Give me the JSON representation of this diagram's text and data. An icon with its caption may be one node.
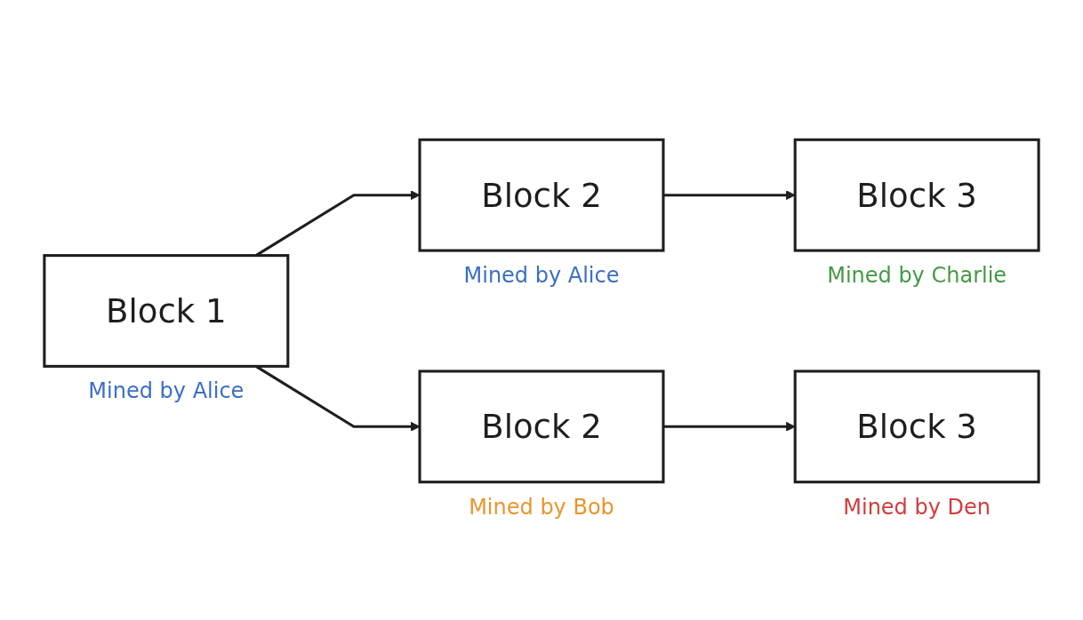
{
  "diagram": {
    "nodes": [
      {
        "text": [
          "Block 1"
        ],
        "beside": [
          "Mined by Alice"
        ]
      },
      {
        "text": [
          "Block 2"
        ],
        "beside": [
          "Mined by Alice"
        ]
      },
      {
        "text": [
          "Block 3"
        ],
        "beside": [
          "Mined by Charlie"
        ]
      },
      {
        "text": [
          "Block 2"
        ],
        "beside": [
          "Mined by Bob"
        ]
      },
      {
        "text": [
          "Block 3"
        ],
        "beside": [
          "Mined by Den"
        ]
      }
    ],
    "edges": [
      {
        "from": 0,
        "to": 1,
        "arrow": "to"
      },
      {
        "from": 1,
        "to": 2,
        "arrow": "to"
      },
      {
        "from": 0,
        "to": 3,
        "arrow": "to"
      },
      {
        "from": 3,
        "to": 4,
        "arrow": "to"
      }
    ]
  }
}
